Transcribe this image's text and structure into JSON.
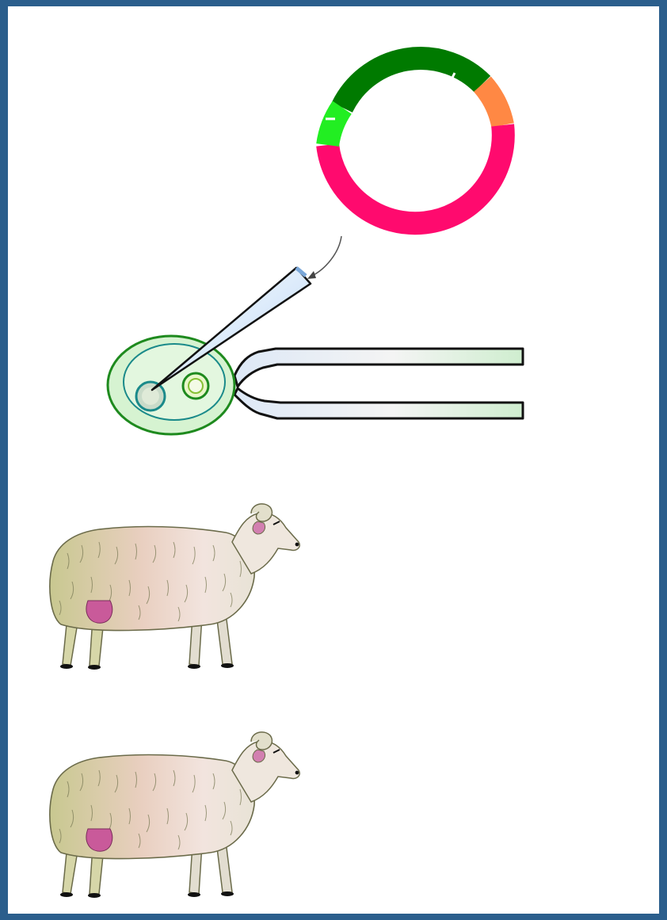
{
  "colors": {
    "frame_border": "#2b5e8c",
    "background": "#ffffff",
    "plasmid_dark_green": "#007a00",
    "plasmid_light_green": "#22ee22",
    "plasmid_orange": "#ff8844",
    "plasmid_pink": "#ff0a6e",
    "cell_fill": "#d6f3d1",
    "cell_outline": "#1e8a1e",
    "nucleus_outline": "#1a8a8a",
    "pipette_tint": "#cfe6ff",
    "holding_tint": "#cfeecf",
    "wool_green": "#c8c890",
    "wool_pink": "#f0d3c8",
    "udder": "#c95a9a"
  },
  "illustration": {
    "plasmid": {
      "segments": [
        "dark-green",
        "orange",
        "pink",
        "light-green"
      ],
      "marks": 2
    },
    "injection": {
      "tools": [
        "injection-needle",
        "holding-pipette"
      ],
      "cell": "fertilized-egg",
      "nuclei": 2
    },
    "animals": [
      {
        "name": "sheep",
        "udder_highlight": true
      },
      {
        "name": "sheep",
        "udder_highlight": true
      }
    ]
  }
}
